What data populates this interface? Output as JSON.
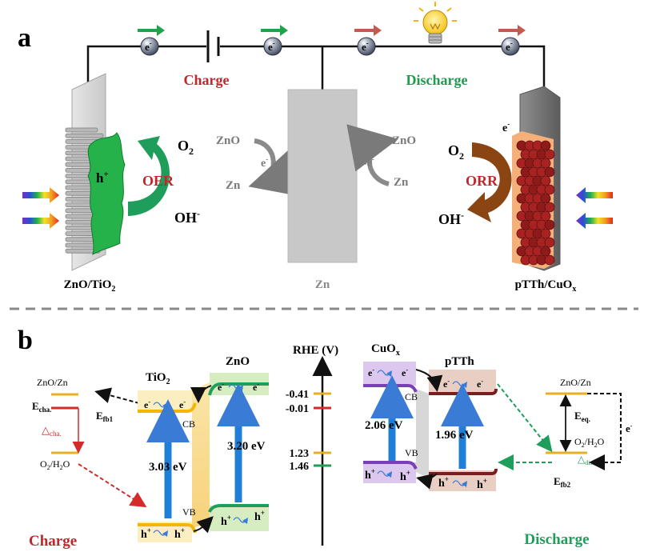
{
  "panel_a": {
    "label": "a",
    "charge_label": "Charge",
    "discharge_label": "Discharge",
    "electron": "e",
    "electron_sup": "-",
    "oer_label": "OER",
    "orr_label": "ORR",
    "o2_base": "O",
    "o2_sub": "2",
    "oh_base": "OH",
    "oh_sup": "-",
    "hole_base": "h",
    "hole_sup": "+",
    "zno_text": "ZnO",
    "zn_text": "Zn",
    "minus_e": "-e",
    "left_electrode_base": "ZnO/TiO",
    "left_electrode_sub": "2",
    "center_electrode": "Zn",
    "right_electrode_base": "pTTh/CuO",
    "right_electrode_sub": "x",
    "colors": {
      "charge": "#c0272d",
      "discharge": "#1f9a4e",
      "oer": "#1e9e5a",
      "orr": "#7a3a10"
    }
  },
  "panel_b": {
    "label": "b",
    "charge_label": "Charge",
    "discharge_label": "Discharge",
    "rhe_axis_label": "RHE (V)",
    "rhe_ticks": [
      {
        "value": "-0.41",
        "color": "#e8b020"
      },
      {
        "value": "-0.01",
        "color": "#d42a2a"
      },
      {
        "value": "1.23",
        "color": "#e8b020"
      },
      {
        "value": "1.46",
        "color": "#1e9e5a"
      }
    ],
    "zno_zn": "ZnO/Zn",
    "o2_h2o_base_1": "O",
    "o2_h2o_sub_1": "2",
    "o2_h2o_base_2": "/H",
    "o2_h2o_sub_2": "2",
    "o2_h2o_base_3": "O",
    "e_cha_base": "E",
    "e_cha_sub": "cha.",
    "e_fb1_base": "E",
    "e_fb1_sub": "fb1",
    "delta_cha_base": "△",
    "delta_cha_sub": "cha.",
    "tio2_base": "TiO",
    "tio2_sub": "2",
    "zno_label": "ZnO",
    "cb_label": "CB",
    "vb_label": "VB",
    "gap_tio2": "3.03 eV",
    "gap_zno": "3.20 eV",
    "cuox_base": "CuO",
    "cuox_sub": "x",
    "ptth_label": "pTTh",
    "gap_cuox": "2.06 eV",
    "gap_ptth": "1.96 eV",
    "e_eq_base": "E",
    "e_eq_sub": "eq.",
    "e_fb2_base": "E",
    "e_fb2_sub": "fb2",
    "delta_dis_base": "△",
    "delta_dis_sub": "dis.",
    "electron": "e",
    "electron_sup": "-",
    "hole_base": "h",
    "hole_sup": "+"
  }
}
